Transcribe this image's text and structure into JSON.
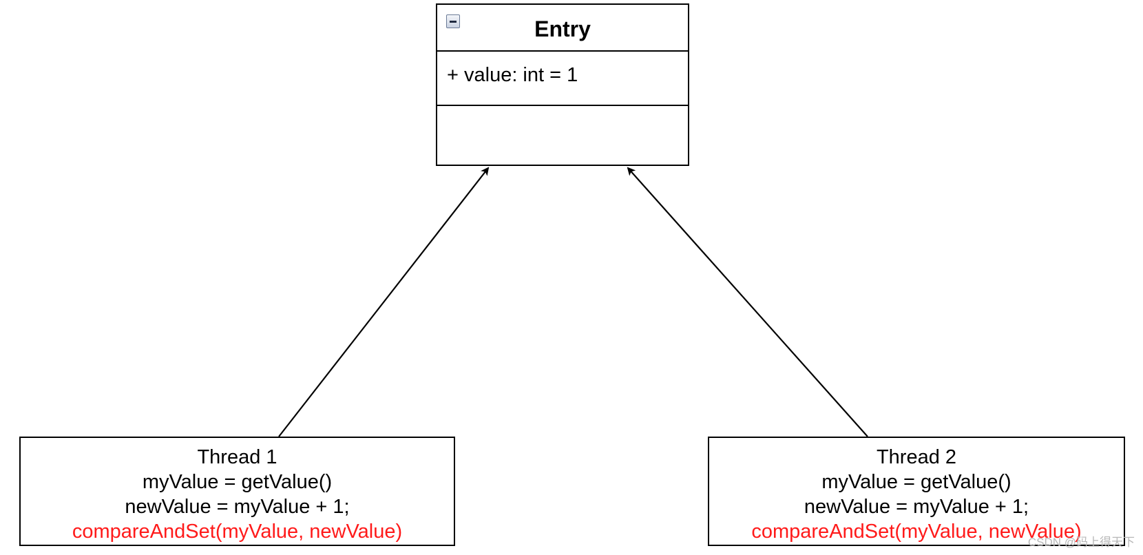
{
  "entry_class": {
    "title": "Entry",
    "attribute": "+ value: int = 1"
  },
  "threads": [
    {
      "title": "Thread 1",
      "lines": [
        "myValue = getValue()",
        "newValue = myValue + 1;",
        "compareAndSet(myValue, newValue)"
      ]
    },
    {
      "title": "Thread 2",
      "lines": [
        "myValue = getValue()",
        "newValue = myValue + 1;",
        "compareAndSet(myValue, newValue)"
      ]
    }
  ],
  "colors": {
    "highlight": "#ff1a1a",
    "line": "#000000"
  },
  "watermark": "CSDN @码上得天下"
}
